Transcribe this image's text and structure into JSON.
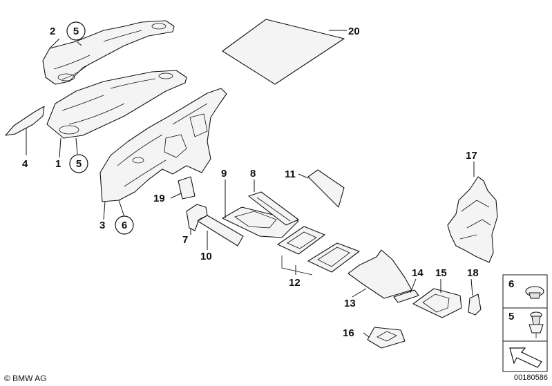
{
  "diagram": {
    "labels": {
      "p1": "1",
      "p2": "2",
      "p3": "3",
      "p4": "4",
      "p5a": "5",
      "p5b": "5",
      "p6": "6",
      "p7": "7",
      "p8": "8",
      "p9": "9",
      "p10": "10",
      "p11": "11",
      "p12": "12",
      "p13": "13",
      "p14": "14",
      "p15": "15",
      "p16": "16",
      "p17": "17",
      "p18": "18",
      "p19": "19",
      "p20": "20",
      "legend6": "6",
      "legend5": "5"
    }
  },
  "footer": {
    "copyright": "© BMW AG",
    "doc_id": "00180586"
  }
}
